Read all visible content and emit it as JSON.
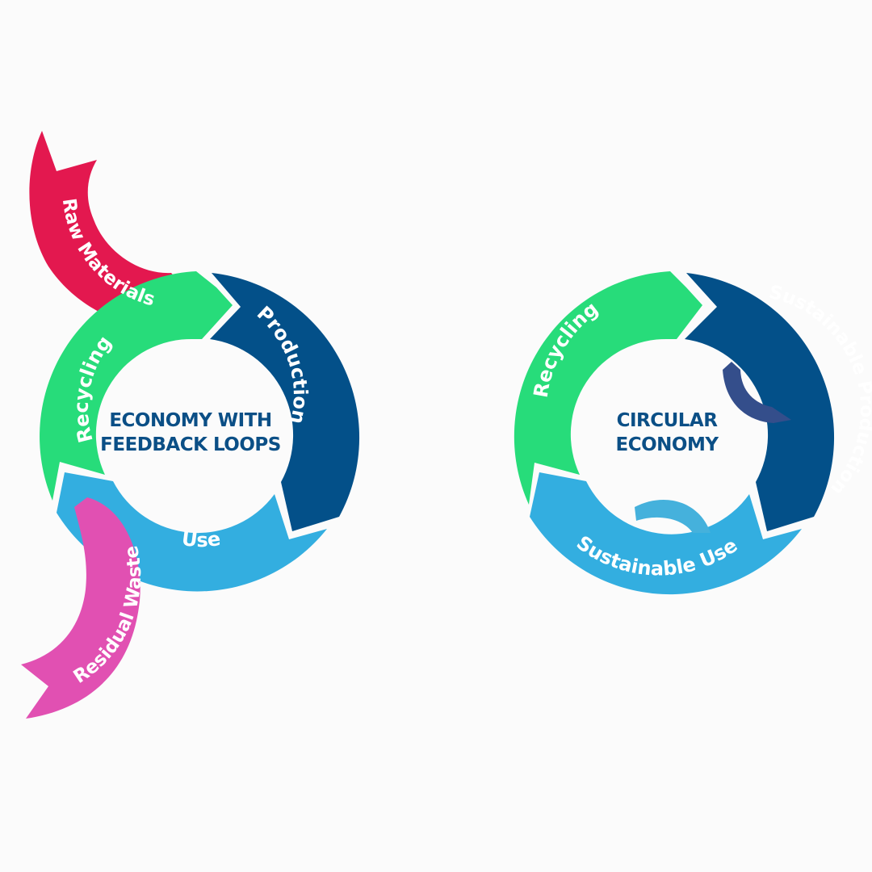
{
  "colors": {
    "background": "#fbfbfb",
    "recycling": "#27dc7a",
    "production": "#035089",
    "use": "#33aee0",
    "raw_materials": "#e3184f",
    "residual_waste": "#e150b2",
    "small_arrow_dark": "#344e8b",
    "small_arrow_light": "#45b1dc",
    "center_text": "#0b4f86"
  },
  "left_diagram": {
    "title_line1": "ECONOMY WITH",
    "title_line2": "FEEDBACK LOOPS",
    "recycling_label": "Recycling",
    "production_label": "Production",
    "use_label": "Use",
    "raw_materials_label": "Raw Materials",
    "residual_waste_label": "Residual Waste"
  },
  "right_diagram": {
    "title_line1": "CIRCULAR",
    "title_line2": "ECONOMY",
    "recycling_label": "Recycling",
    "production_label": "Sustainable Production",
    "use_label": "Sustainable Use"
  }
}
